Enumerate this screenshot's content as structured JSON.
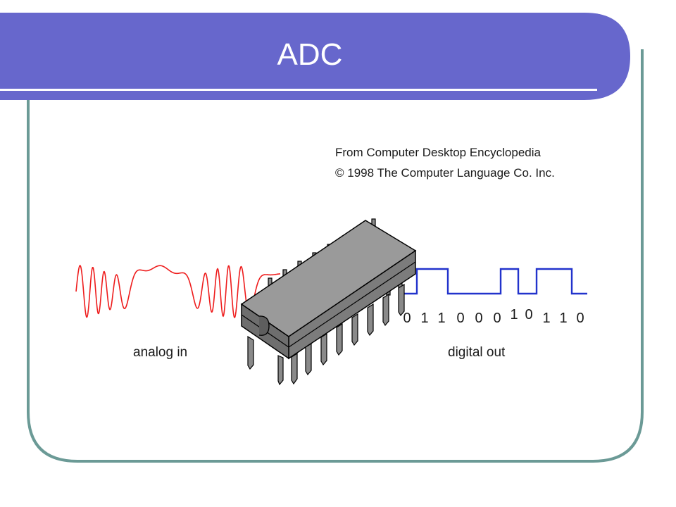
{
  "title": "ADC",
  "credit": {
    "line1": "From Computer Desktop Encyclopedia",
    "line2": "© 1998 The Computer Language Co. Inc."
  },
  "diagram": {
    "analog_label": "analog in",
    "digital_label": "digital out",
    "bits": [
      "0",
      "1",
      "1",
      "0",
      "0",
      "0",
      "1",
      "0",
      "1",
      "1",
      "0"
    ]
  },
  "colors": {
    "title_bar": "#6767cc",
    "frame_border": "#6b9a96",
    "analog_wave": "#ee1c1c",
    "digital_wave": "#2233cc",
    "chip_body": "#8f8f8f"
  }
}
